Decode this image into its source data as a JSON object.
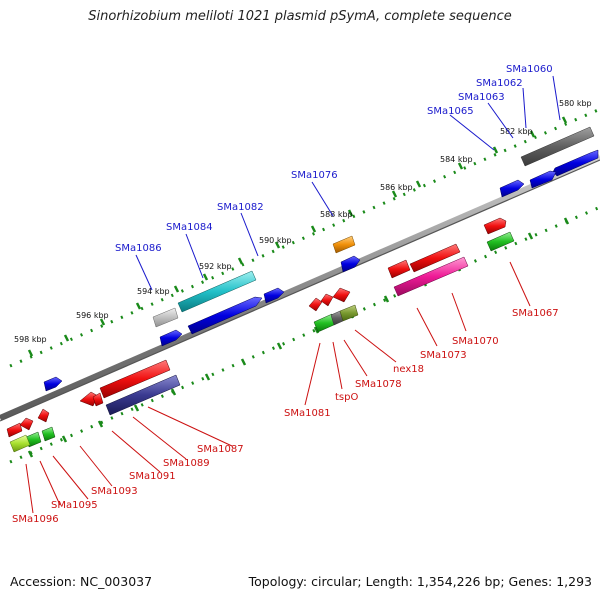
{
  "title": "Sinorhizobium meliloti 1021 plasmid pSymA, complete sequence",
  "footer": {
    "accession": "Accession: NC_003037",
    "topology": "Topology: circular; Length: 1,354,226 bp; Genes: 1,293"
  },
  "scale_labels": [
    "580 kbp",
    "582 kbp",
    "584 kbp",
    "586 kbp",
    "588 kbp",
    "590 kbp",
    "592 kbp",
    "594 kbp",
    "596 kbp",
    "598 kbp"
  ],
  "top_gene_labels": [
    "SMa1060",
    "SMa1062",
    "SMa1063",
    "SMa1065",
    "SMa1076",
    "SMa1082",
    "SMa1084",
    "SMa1086"
  ],
  "bottom_gene_labels": [
    "SMa1067",
    "SMa1070",
    "SMa1073",
    "nex18",
    "SMa1078",
    "tspO",
    "SMa1081",
    "SMa1087",
    "SMa1089",
    "SMa1091",
    "SMa1093",
    "SMa1095",
    "SMa1096"
  ],
  "colors": {
    "backbone": "#888888",
    "scale_ticks": "#1a8a1a",
    "forward_cds": "#0000dd",
    "reverse_cds": "#ee1111",
    "label_top": "#1a1acc",
    "label_bottom": "#cc1111"
  }
}
